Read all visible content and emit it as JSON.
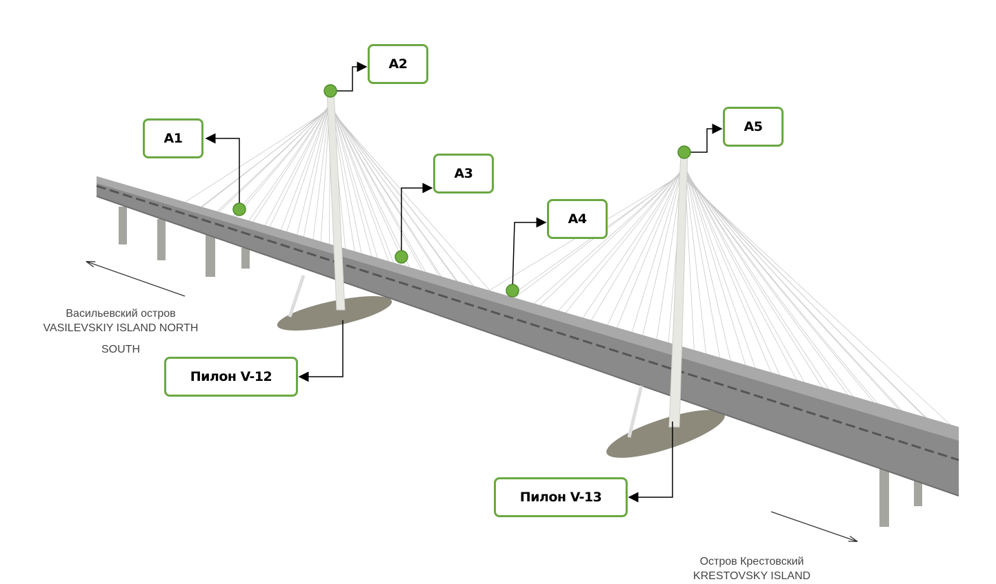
{
  "sensors": [
    {
      "id": "a1",
      "label": "A1"
    },
    {
      "id": "a2",
      "label": "A2"
    },
    {
      "id": "a3",
      "label": "A3"
    },
    {
      "id": "a4",
      "label": "A4"
    },
    {
      "id": "a5",
      "label": "A5"
    }
  ],
  "pylons": [
    {
      "id": "v12",
      "label": "Пилон V-12"
    },
    {
      "id": "v13",
      "label": "Пилон V-13"
    }
  ],
  "directions": {
    "west": {
      "line1": "Васильевский остров",
      "line2": "VASILEVSKIY ISLAND NORTH",
      "line3": "SOUTH"
    },
    "east": {
      "line1": "Остров Крестовский",
      "line2": "KRESTOVSKY ISLAND"
    }
  },
  "colors": {
    "sensor": "#6fb040",
    "box_border": "#6aa842",
    "deck": "#8a8a8a"
  }
}
